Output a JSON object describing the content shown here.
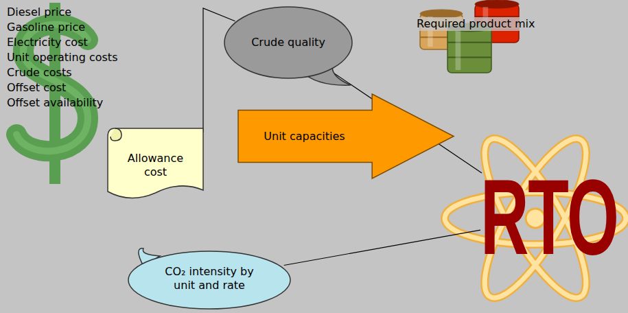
{
  "diagram": {
    "nodes": [
      {
        "text": [
          "Crude quality"
        ]
      },
      {
        "text": [
          "Unit capacities"
        ]
      },
      {
        "text": [
          "Allowance cost"
        ]
      },
      {
        "text": [
          "CO₂ intensity by unit and rate"
        ]
      },
      {
        "text": [
          "RTO"
        ]
      }
    ],
    "edges": [
      {
        "from": 2,
        "to": 0,
        "arrow": "none"
      },
      {
        "from": 0,
        "to": 4,
        "arrow": "none"
      },
      {
        "from": 3,
        "to": 4,
        "arrow": "none"
      }
    ],
    "labels": [
      "Diesel price",
      "Gasoline price",
      "Electricity cost",
      "Unit operating costs",
      "Crude costs",
      "Offset cost",
      "Offset availability",
      "Required product mix"
    ]
  }
}
